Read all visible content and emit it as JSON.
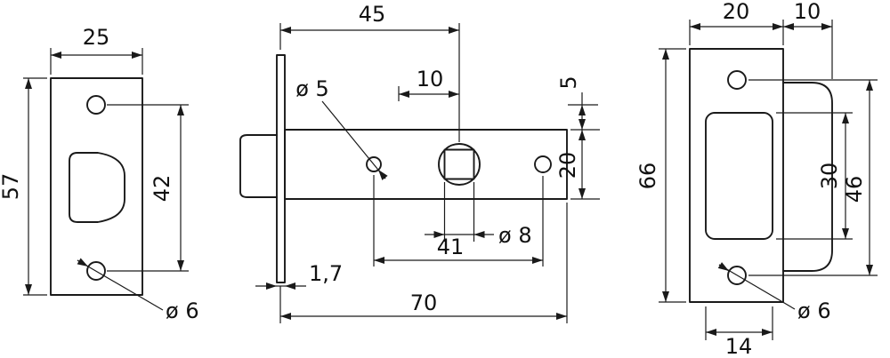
{
  "colors": {
    "ink": "#1a1a1a",
    "background": "#ffffff"
  },
  "views": {
    "faceplate": {
      "width": "25",
      "height": "57",
      "hole_spacing": "42",
      "hole_diameter": "ø 6"
    },
    "latch": {
      "backset": "45",
      "spindle_offset": "10",
      "edge_offset": "5",
      "body_height": "20",
      "pin_hole_diameter": "ø 5",
      "spindle_hole_diameter": "ø 8",
      "hole_spacing": "41",
      "total_length": "70",
      "faceplate_thickness": "1,7"
    },
    "strike": {
      "width": "20",
      "flange_width": "10",
      "height": "66",
      "cutout_height": "30",
      "hole_spacing": "46",
      "cutout_width": "14",
      "hole_diameter": "ø 6"
    }
  }
}
